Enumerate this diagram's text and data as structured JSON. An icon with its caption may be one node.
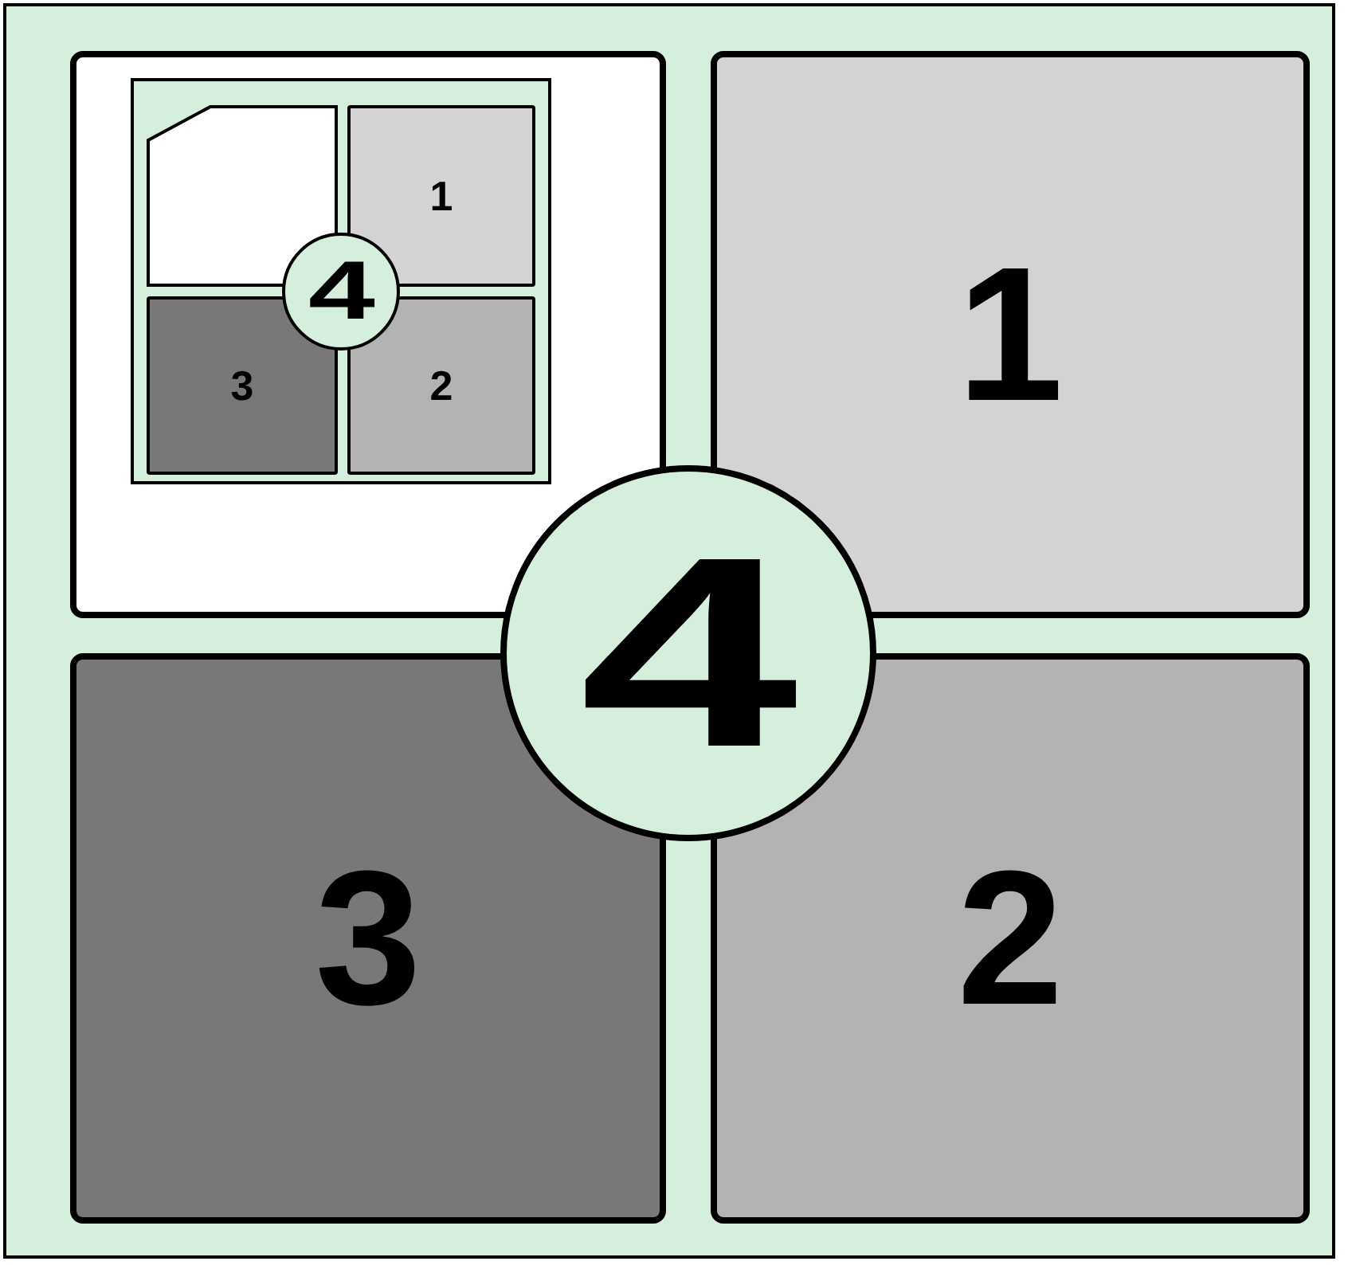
{
  "diagram": {
    "nodes": [
      {
        "text": [],
        "shape": "box"
      },
      {
        "text": [],
        "shape": "box",
        "in": 0
      },
      {
        "text": [],
        "shape": "box",
        "in": 1
      },
      {
        "text": [
          "1"
        ],
        "in": 1
      },
      {
        "text": [
          "4"
        ],
        "in": 1
      },
      {
        "text": [
          "3"
        ],
        "in": 1
      },
      {
        "text": [
          "2"
        ],
        "in": 1
      },
      {
        "text": [
          "1"
        ]
      },
      {
        "text": [
          "4"
        ]
      },
      {
        "text": [
          "3"
        ]
      },
      {
        "text": [
          "2"
        ]
      }
    ],
    "edges": []
  }
}
